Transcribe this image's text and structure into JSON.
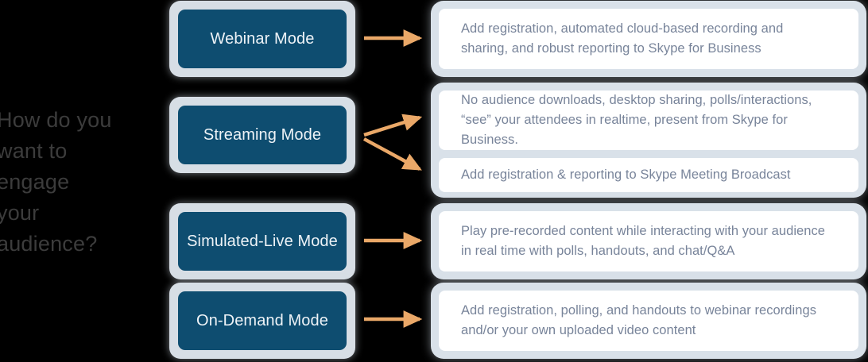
{
  "question": {
    "text": "How do you\nwant to\nengage\nyour\naudience?",
    "color": "#3c3c3c"
  },
  "colors": {
    "background": "#000000",
    "mode_box_fill": "#0e4d70",
    "mode_box_frame": "#d7dee5",
    "mode_label": "#eef3f7",
    "card_fill": "#ffffff",
    "card_frame": "#d9e1e9",
    "card_text": "#78849a",
    "arrow": "#eaa868"
  },
  "modes": [
    {
      "label": "Webinar Mode"
    },
    {
      "label": "Streaming Mode"
    },
    {
      "label": "Simulated-Live Mode"
    },
    {
      "label": "On-Demand Mode"
    }
  ],
  "cards": [
    {
      "text": "Add registration, automated cloud-based recording and\nsharing, and robust reporting to Skype for Business"
    },
    {
      "text": "No audience downloads, desktop sharing, polls/interactions,\n“see” your attendees in realtime, present from Skype for Business."
    },
    {
      "text": "Add registration & reporting to Skype Meeting Broadcast"
    },
    {
      "text": "Play pre-recorded content while interacting with your audience\nin real time with polls, handouts, and chat/Q&A"
    },
    {
      "text": "Add registration, polling, and handouts to webinar recordings\nand/or your own uploaded video content"
    }
  ],
  "arrows": [
    {
      "name": "arrow-webinar"
    },
    {
      "name": "arrow-streaming-upper"
    },
    {
      "name": "arrow-streaming-lower"
    },
    {
      "name": "arrow-simulated-live"
    },
    {
      "name": "arrow-on-demand"
    }
  ]
}
